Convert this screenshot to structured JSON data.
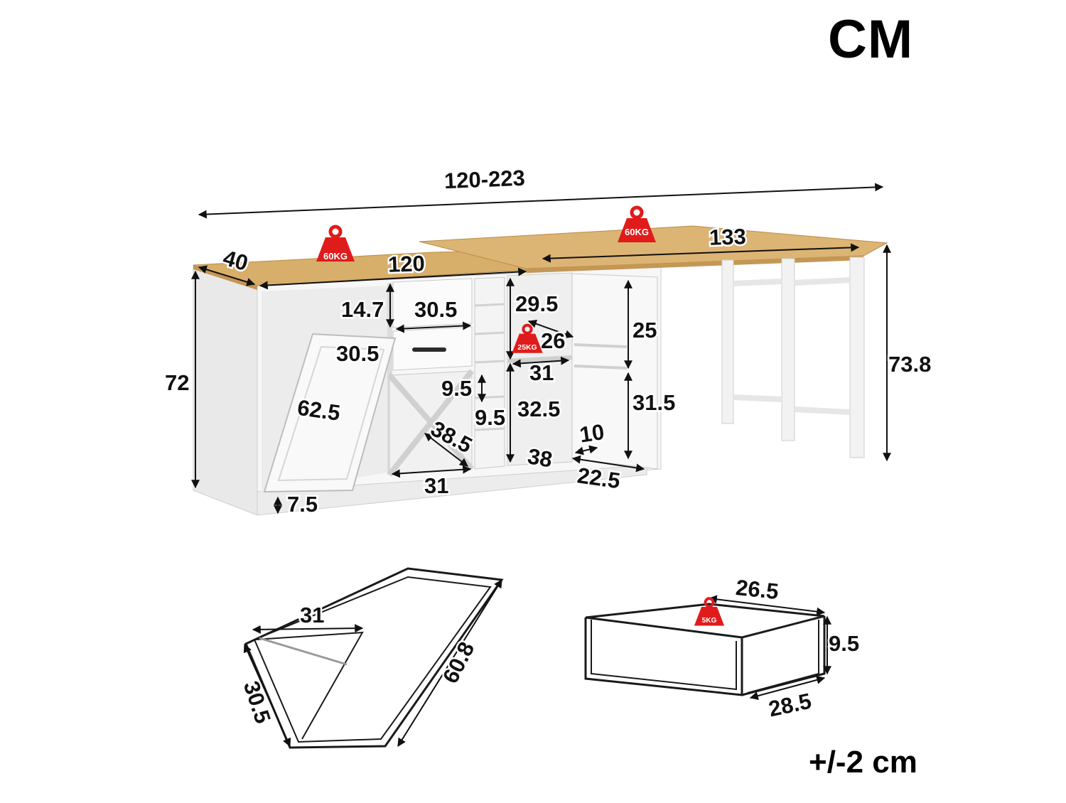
{
  "header": {
    "unit": "CM"
  },
  "footer": {
    "tolerance": "+/-2 cm"
  },
  "colors": {
    "wood": "#d7ae6a",
    "wood_edge": "#b98d46",
    "panel": "#f3f3f3",
    "line": "#222222",
    "weight_badge": "#e01b1b"
  },
  "dimensions": {
    "total_length": "120-223",
    "depth": "40",
    "cabinet_length": "120",
    "extension_length": "133",
    "cabinet_height": "72",
    "table_height": "73.8",
    "top_cubby_height": "14.7",
    "drawer_width": "30.5",
    "tilt_bin_width": "30.5",
    "tilt_bin_height": "62.5",
    "base_height": "7.5",
    "wine_rack_width": "31",
    "wine_rack_diagonal": "38.5",
    "slot_height_upper": "9.5",
    "slot_height_lower": "9.5",
    "cabinet_upper_height": "29.5",
    "cabinet_upper_depth": "26",
    "cabinet_shelf_width": "31",
    "cabinet_lower_height": "32.5",
    "cabinet_bottom_depth": "38",
    "door_rack_upper": "25",
    "door_rack_lower": "31.5",
    "door_rack_depth": "10",
    "door_width": "22.5"
  },
  "weights": {
    "cabinet_top": "60KG",
    "table_top": "60KG",
    "cabinet_shelf": "25KG",
    "drawer": "5KG"
  },
  "bin_detail": {
    "top": "31",
    "side": "30.5",
    "diagonal": "60.8"
  },
  "drawer_detail": {
    "length": "26.5",
    "height": "9.5",
    "depth": "28.5"
  }
}
